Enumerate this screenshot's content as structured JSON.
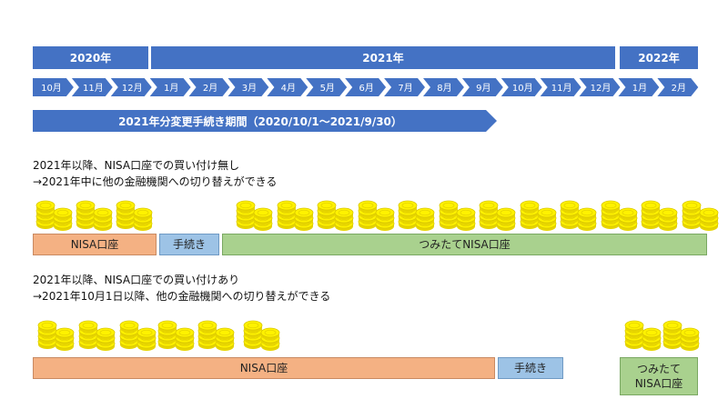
{
  "timeline": {
    "years": [
      "2020年",
      "2021年",
      "2022年"
    ],
    "months": [
      "10月",
      "11月",
      "12月",
      "1月",
      "2月",
      "3月",
      "4月",
      "5月",
      "6月",
      "7月",
      "8月",
      "9月",
      "10月",
      "11月",
      "12月",
      "1月",
      "2月"
    ]
  },
  "period_label": "2021年分変更手続き期間（2020/10/1〜2021/9/30）",
  "scenario1": {
    "line1": "2021年以降、NISA口座での買い付け無し",
    "line2": "→2021年中に他の金融機関への切り替えができる",
    "nisa_label": "NISA口座",
    "procedure_label": "手続き",
    "tsumitate_label": "つみたてNISA口座",
    "coin_groups": 15
  },
  "scenario2": {
    "line1": "2021年以降、NISA口座での買い付けあり",
    "line2": "→2021年10月1日以降、他の金融機関への切り替えができる",
    "nisa_label": "NISA口座",
    "procedure_label": "手続き",
    "tsumitate_line1": "つみたて",
    "tsumitate_line2": "NISA口座",
    "coin_groups": 8
  },
  "colors": {
    "timeline_blue": "#4472c4",
    "nisa_orange": "#f4b183",
    "procedure_blue": "#9dc3e6",
    "tsumitate_green": "#a9d18e",
    "coin_yellow": "#fff200"
  },
  "icons": {
    "coin": "coin-stack-icon"
  }
}
